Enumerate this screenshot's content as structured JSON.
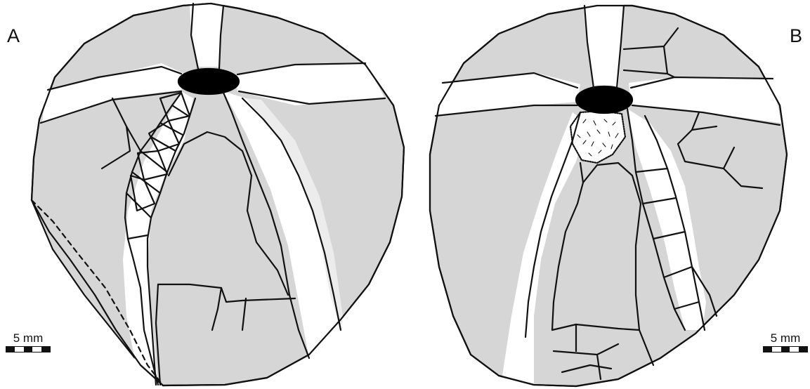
{
  "panels": [
    {
      "label": "A",
      "scale_text": "5 mm"
    },
    {
      "label": "B",
      "scale_text": "5 mm"
    }
  ],
  "colors": {
    "background": "#ffffff",
    "plate_fill": "#d6d6d6",
    "ambulacra_fill": "#ffffff",
    "outline": "#111111",
    "apical_disc": "#000000"
  }
}
